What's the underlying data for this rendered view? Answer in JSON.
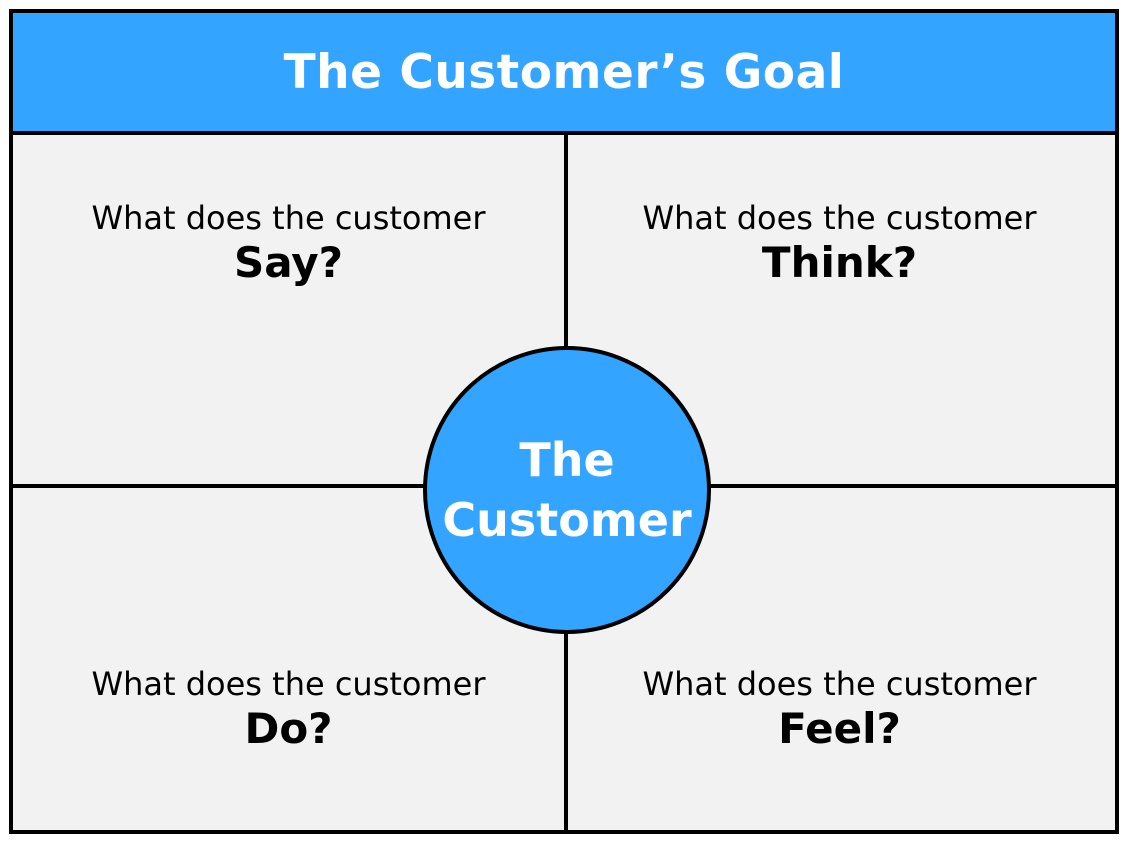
{
  "header": {
    "title": "The Customer’s Goal"
  },
  "center": {
    "line1": "The",
    "line2": "Customer"
  },
  "quadrants": {
    "top_left": {
      "prompt": "What does the customer",
      "verb": "Say?"
    },
    "top_right": {
      "prompt": "What does the customer",
      "verb": "Think?"
    },
    "bottom_left": {
      "prompt": "What does the customer",
      "verb": "Do?"
    },
    "bottom_right": {
      "prompt": "What does the customer",
      "verb": "Feel?"
    }
  },
  "colors": {
    "accent_blue": "#33a4ff",
    "panel_gray": "#f2f2f2",
    "border": "#000000"
  }
}
